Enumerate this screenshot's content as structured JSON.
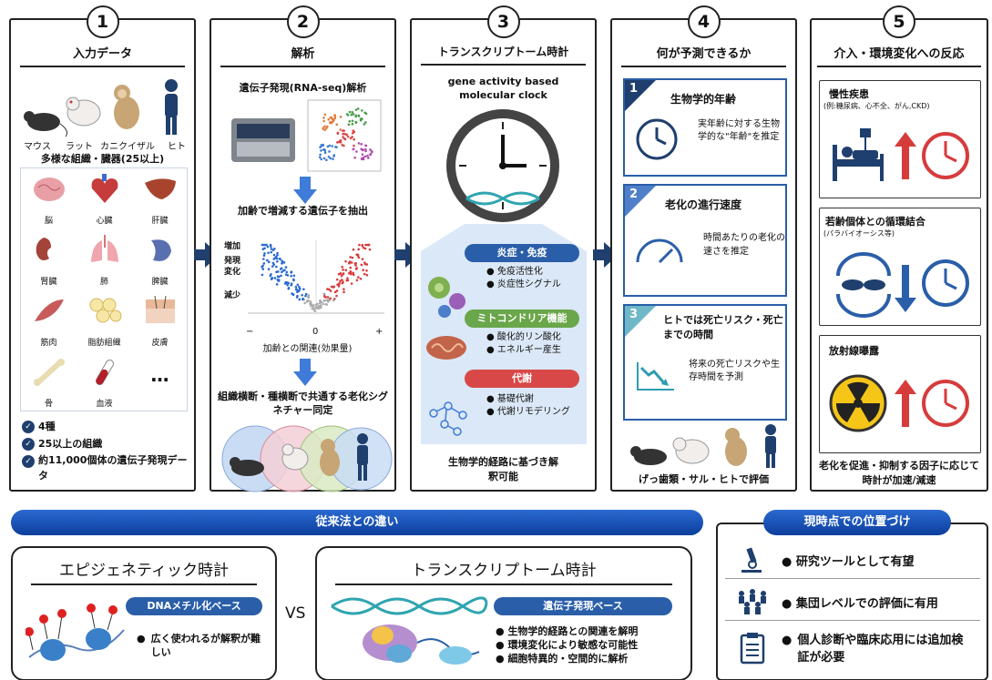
{
  "panel1": {
    "num": "1",
    "title": "入力データ",
    "species": [
      "マウス",
      "ラット",
      "カニクイザル",
      "ヒト"
    ],
    "subtitle": "多様な組織・臓器(25以上)",
    "tissues": [
      "脳",
      "心臓",
      "肝臓",
      "腎臓",
      "肺",
      "脾臓",
      "筋肉",
      "脂肪組織",
      "皮膚",
      "骨",
      "血液",
      "…"
    ],
    "checks": [
      "4種",
      "25以上の組織",
      "約11,000個体の遺伝子発現データ"
    ]
  },
  "panel2": {
    "num": "2",
    "title": "解析",
    "method": "遺伝子発現(RNA-seq)解析",
    "step2": "加齢で増減する遺伝子を抽出",
    "y_top": "増加",
    "y_mid1": "発現",
    "y_mid2": "変化",
    "y_bottom": "減少",
    "x_minus": "−",
    "x_zero": "0",
    "x_plus": "+",
    "x_label": "加齢との関連(効果量)",
    "step3": "組織横断・種横断で共通する老化シグネチャー同定"
  },
  "panel3": {
    "num": "3",
    "title": "トランスクリプトーム時計",
    "subtitle": "gene activity based molecular clock",
    "cat1": {
      "label": "炎症・免疫",
      "items": [
        "免疫活性化",
        "炎症性シグナル"
      ]
    },
    "cat2": {
      "label": "ミトコンドリア機能",
      "items": [
        "酸化的リン酸化",
        "エネルギー産生"
      ]
    },
    "cat3": {
      "label": "代謝",
      "items": [
        "基礎代謝",
        "代謝リモデリング"
      ]
    },
    "footer": "生物学的経路に基づき解釈可能"
  },
  "panel4": {
    "num": "4",
    "title": "何が予測できるか",
    "card1": {
      "num": "1",
      "title": "生物学的年齢",
      "text": "実年齢に対する生物学的な\"年齢\"を推定"
    },
    "card2": {
      "num": "2",
      "title": "老化の進行速度",
      "text": "時間あたりの老化の速さを推定"
    },
    "card3": {
      "num": "3",
      "title": "ヒトでは死亡リスク・死亡までの時間",
      "text": "将来の死亡リスクや生存時間を予測"
    },
    "footer": "げっ歯類・サル・ヒトで評価"
  },
  "panel5": {
    "num": "5",
    "title": "介入・環境変化への反応",
    "box1": {
      "title": "慢性疾患",
      "sub": "(例:糖尿病、心不全、がん,CKD)"
    },
    "box2": {
      "title": "若齢個体との循環結合",
      "sub": "(パラバイオーシス等)"
    },
    "box3": {
      "title": "放射線曝露"
    },
    "footer": "老化を促進・抑制する因子に応じて時計が加速/減速"
  },
  "bottom": {
    "diff_bar": "従来法との違い",
    "epi": {
      "title": "エピジェネティック時計",
      "pill": "DNAメチル化ベース",
      "bullets": [
        "広く使われるが解釈が難しい"
      ]
    },
    "vs": "VS",
    "trans": {
      "title": "トランスクリプトーム時計",
      "pill": "遺伝子発現ベース",
      "bullets": [
        "生物学的経路との関連を解明",
        "環境変化により敏感な可能性",
        "細胞特異的・空間的に解析"
      ]
    },
    "pos_bar": "現時点での位置づけ",
    "pos_items": [
      "研究ツールとして有望",
      "集団レベルでの評価に有用",
      "個人診断や臨床応用には追加検証が必要"
    ]
  },
  "colors": {
    "navy": "#1f3f6e",
    "blue": "#2a5ea8",
    "red": "#d63c3c",
    "green": "#6aa64a",
    "pink": "#e04b4b"
  }
}
